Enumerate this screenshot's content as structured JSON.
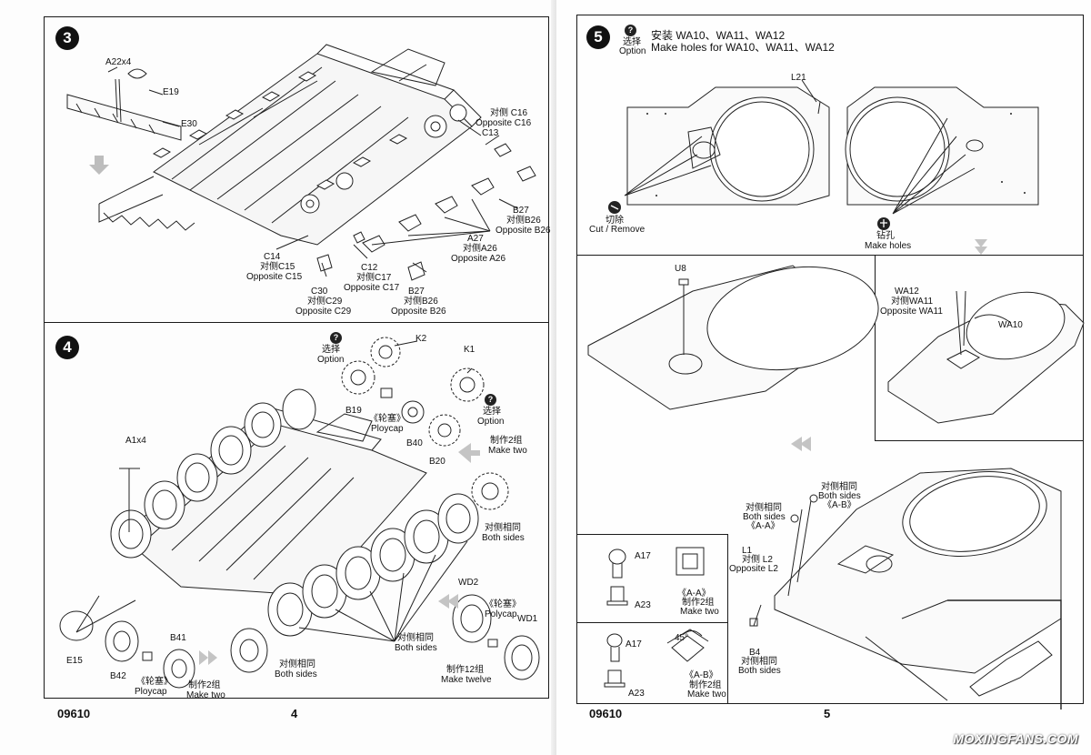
{
  "left_page": {
    "footer_code": "09610",
    "page_number": "4",
    "step3": {
      "number": "3",
      "labels": {
        "a22": "A22x4",
        "e19": "E19",
        "e30": "E30",
        "c16": "对侧 C16",
        "c16_en": "Opposite C16",
        "c13": "C13",
        "b27": "B27",
        "b26_cn": "对侧B26",
        "b26_en": "Opposite B26",
        "a27": "A27",
        "a26_cn": "对侧A26",
        "a26_en": "Opposite A26",
        "c14": "C14",
        "c15_cn": "对侧C15",
        "c15_en": "Opposite C15",
        "c12": "C12",
        "c17_cn": "对侧C17",
        "c17_en": "Opposite C17",
        "c30": "C30",
        "c29_cn": "对侧C29",
        "c29_en": "Opposite C29",
        "b27b": "B27",
        "b26b_cn": "对侧B26",
        "b26b_en": "Opposite B26"
      }
    },
    "step4": {
      "number": "4",
      "labels": {
        "opt_cn": "选择",
        "opt_en": "Option",
        "k2": "K2",
        "k1": "K1",
        "b19": "B19",
        "polycap_cn": "《轮塞》",
        "polycap_en": "Ploycap",
        "b40": "B40",
        "opt2_cn": "选择",
        "opt2_en": "Option",
        "b20": "B20",
        "make2_cn": "制作2组",
        "make2_en": "Make two",
        "a1": "A1x4",
        "both1_cn": "对侧相同",
        "both1_en": "Both sides",
        "wd2": "WD2",
        "polycap2_cn": "《轮塞》",
        "polycap2_en": "Polycap",
        "wd1": "WD1",
        "both2_cn": "对侧相同",
        "both2_en": "Both sides",
        "make12_cn": "制作12组",
        "make12_en": "Make twelve",
        "e15": "E15",
        "b41": "B41",
        "b42": "B42",
        "polycap3_cn": "《轮塞》",
        "polycap3_en": "Ploycap",
        "make2b_cn": "制作2组",
        "make2b_en": "Make two",
        "both3_cn": "对侧相同",
        "both3_en": "Both sides"
      }
    }
  },
  "right_page": {
    "footer_code": "09610",
    "page_number": "5",
    "step5": {
      "number": "5",
      "opt_cn": "选择",
      "opt_en": "Option",
      "title_cn": "安装 WA10、WA11、WA12",
      "title_en": "Make holes for WA10、WA11、WA12",
      "labels": {
        "l21": "L21",
        "cut_cn": "切除",
        "cut_en": "Cut / Remove",
        "holes_cn": "钻孔",
        "holes_en": "Make holes",
        "u8": "U8",
        "wa12": "WA12",
        "wa11_cn": "对侧WA11",
        "wa11_en": "Opposite WA11",
        "wa10": "WA10",
        "both_ab_cn": "对侧相同",
        "both_ab_en": "Both sides",
        "ab": "《A-B》",
        "both_aa_cn": "对侧相同",
        "both_aa_en": "Both sides",
        "aa": "《A-A》",
        "l1": "L1",
        "l2_cn": "对侧 L2",
        "l2_en": "Opposite L2",
        "b4": "B4",
        "b4_cn": "对侧相同",
        "b4_en": "Both sides",
        "a17": "A17",
        "a23": "A23",
        "aa2": "《A-A》",
        "aa2_cn": "制作2组",
        "aa2_en": "Make two",
        "a17b": "A17",
        "angle": "45°",
        "a23b": "A23",
        "ab2": "《A-B》",
        "ab2_cn": "制作2组",
        "ab2_en": "Make two"
      }
    },
    "watermark": "MOXINGFANS.COM"
  }
}
